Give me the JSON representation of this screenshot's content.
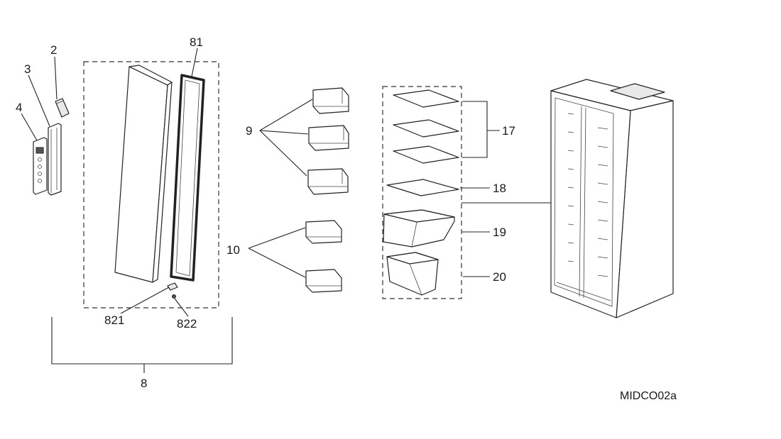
{
  "labels": {
    "part_2": "2",
    "part_3": "3",
    "part_4": "4",
    "part_81": "81",
    "part_821": "821",
    "part_822": "822",
    "part_8": "8",
    "part_9": "9",
    "part_10": "10",
    "part_17": "17",
    "part_18": "18",
    "part_19": "19",
    "part_20": "20"
  },
  "drawing_code": "MIDCO02a"
}
